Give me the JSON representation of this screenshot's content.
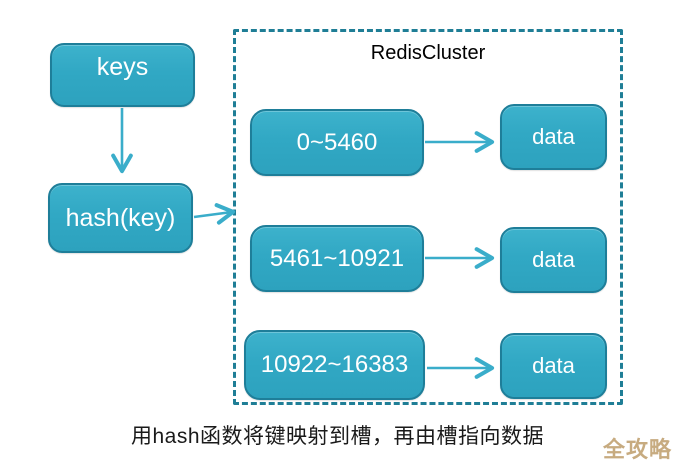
{
  "diagram": {
    "nodes": {
      "keys": "keys",
      "hash": "hash(key)"
    },
    "cluster": {
      "title": "RedisCluster",
      "slots": [
        {
          "range": "0~5460",
          "data": "data"
        },
        {
          "range": "5461~10921",
          "data": "data"
        },
        {
          "range": "10922~16383",
          "data": "data"
        }
      ]
    },
    "caption": "用hash函数将键映射到槽，再由槽指向数据",
    "watermark": "全攻略",
    "colors": {
      "node_fill": "#31a8c4",
      "node_border": "#1e7e99",
      "node_text": "#ffffff",
      "arrow": "#3aadca",
      "cluster_border": "#1f7e96",
      "title_text": "#000000",
      "caption_text": "#1a1a1a",
      "watermark_text": "#c7ab80"
    }
  }
}
